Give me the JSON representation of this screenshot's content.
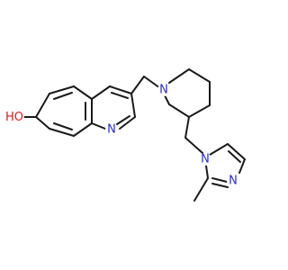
{
  "molecule": {
    "atoms": {
      "hydroxyl_oxygen": {
        "label": "O"
      },
      "hydroxyl_hydrogen": {
        "label": "H"
      },
      "quinoline_nitrogen": {
        "label": "N"
      },
      "piperidine_nitrogen": {
        "label": "N"
      },
      "imidazole_n1": {
        "label": "N"
      },
      "imidazole_n3": {
        "label": "N"
      }
    },
    "colors": {
      "bond": "#1a1a1a",
      "nitrogen": "#2b2bd6",
      "oxygen": "#e01b1b"
    }
  }
}
